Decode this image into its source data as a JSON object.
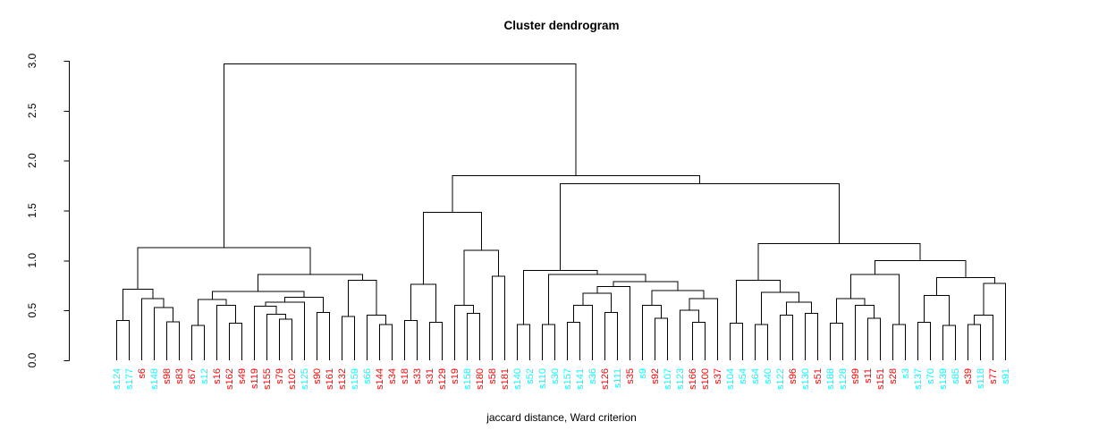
{
  "chart_data": {
    "type": "dendrogram",
    "title": "Cluster dendrogram",
    "xlabel": "jaccard distance, Ward criterion",
    "ylabel": "",
    "ylim": [
      0,
      3
    ],
    "y_ticks": [
      "0.0",
      "0.5",
      "1.0",
      "1.5",
      "2.0",
      "2.5",
      "3.0"
    ],
    "grid": false,
    "line_color": "#000000",
    "leaf_palette": {
      "red": "#FF0000",
      "cyan": "#00FFFF"
    },
    "leaves": [
      [
        "s124",
        "cyan"
      ],
      [
        "s177",
        "cyan"
      ],
      [
        "s6",
        "red"
      ],
      [
        "s148",
        "cyan"
      ],
      [
        "s98",
        "red"
      ],
      [
        "s83",
        "red"
      ],
      [
        "s67",
        "red"
      ],
      [
        "s12",
        "cyan"
      ],
      [
        "s16",
        "red"
      ],
      [
        "s162",
        "red"
      ],
      [
        "s49",
        "red"
      ],
      [
        "s119",
        "red"
      ],
      [
        "s155",
        "red"
      ],
      [
        "s79",
        "red"
      ],
      [
        "s102",
        "red"
      ],
      [
        "s125",
        "cyan"
      ],
      [
        "s90",
        "red"
      ],
      [
        "s161",
        "red"
      ],
      [
        "s132",
        "red"
      ],
      [
        "s159",
        "cyan"
      ],
      [
        "s66",
        "cyan"
      ],
      [
        "s144",
        "red"
      ],
      [
        "s34",
        "red"
      ],
      [
        "s18",
        "red"
      ],
      [
        "s33",
        "red"
      ],
      [
        "s31",
        "red"
      ],
      [
        "s129",
        "red"
      ],
      [
        "s19",
        "red"
      ],
      [
        "s158",
        "cyan"
      ],
      [
        "s180",
        "red"
      ],
      [
        "s58",
        "red"
      ],
      [
        "s181",
        "red"
      ],
      [
        "s140",
        "cyan"
      ],
      [
        "s52",
        "cyan"
      ],
      [
        "s110",
        "cyan"
      ],
      [
        "s30",
        "cyan"
      ],
      [
        "s157",
        "cyan"
      ],
      [
        "s141",
        "cyan"
      ],
      [
        "s36",
        "cyan"
      ],
      [
        "s126",
        "red"
      ],
      [
        "s111",
        "cyan"
      ],
      [
        "s35",
        "red"
      ],
      [
        "s9",
        "cyan"
      ],
      [
        "s92",
        "red"
      ],
      [
        "s107",
        "cyan"
      ],
      [
        "s123",
        "cyan"
      ],
      [
        "s166",
        "red"
      ],
      [
        "s100",
        "red"
      ],
      [
        "s37",
        "red"
      ],
      [
        "s104",
        "cyan"
      ],
      [
        "s54",
        "cyan"
      ],
      [
        "s64",
        "cyan"
      ],
      [
        "s40",
        "cyan"
      ],
      [
        "s122",
        "cyan"
      ],
      [
        "s96",
        "red"
      ],
      [
        "s130",
        "cyan"
      ],
      [
        "s51",
        "red"
      ],
      [
        "s188",
        "cyan"
      ],
      [
        "s128",
        "cyan"
      ],
      [
        "s99",
        "red"
      ],
      [
        "s11",
        "red"
      ],
      [
        "s151",
        "red"
      ],
      [
        "s28",
        "red"
      ],
      [
        "s3",
        "cyan"
      ],
      [
        "s137",
        "cyan"
      ],
      [
        "s70",
        "cyan"
      ],
      [
        "s139",
        "cyan"
      ],
      [
        "s85",
        "cyan"
      ],
      [
        "s39",
        "red"
      ],
      [
        "s118",
        "cyan"
      ],
      [
        "s77",
        "red"
      ],
      [
        "s91",
        "cyan"
      ]
    ],
    "tree": {
      "h": 2.97,
      "c": [
        {
          "h": 1.13,
          "c": [
            {
              "h": 0.71,
              "c": [
                {
                  "h": 0.4,
                  "c": [
                    "s124",
                    "s177"
                  ]
                },
                {
                  "h": 0.62,
                  "c": [
                    "s6",
                    {
                      "h": 0.53,
                      "c": [
                        "s148",
                        {
                          "h": 0.385,
                          "c": [
                            "s98",
                            "s83"
                          ]
                        }
                      ]
                    }
                  ]
                }
              ]
            },
            {
              "h": 0.86,
              "c": [
                {
                  "h": 0.69,
                  "c": [
                    {
                      "h": 0.61,
                      "c": [
                        {
                          "h": 0.35,
                          "c": [
                            "s67",
                            "s12"
                          ]
                        },
                        {
                          "h": 0.55,
                          "c": [
                            "s16",
                            {
                              "h": 0.37,
                              "c": [
                                "s162",
                                "s49"
                              ]
                            }
                          ]
                        }
                      ]
                    },
                    {
                      "h": 0.63,
                      "c": [
                        {
                          "h": 0.58,
                          "c": [
                            {
                              "h": 0.54,
                              "c": [
                                "s119",
                                {
                                  "h": 0.46,
                                  "c": [
                                    "s155",
                                    {
                                      "h": 0.41,
                                      "c": [
                                        "s79",
                                        "s102"
                                      ]
                                    }
                                  ]
                                }
                              ]
                            },
                            "s125"
                          ]
                        },
                        {
                          "h": 0.48,
                          "c": [
                            "s90",
                            "s161"
                          ]
                        }
                      ]
                    }
                  ]
                },
                {
                  "h": 0.8,
                  "c": [
                    {
                      "h": 0.44,
                      "c": [
                        "s132",
                        "s159"
                      ]
                    },
                    {
                      "h": 0.45,
                      "c": [
                        "s66",
                        {
                          "h": 0.36,
                          "c": [
                            "s144",
                            "s34"
                          ]
                        }
                      ]
                    }
                  ]
                }
              ]
            }
          ]
        },
        {
          "h": 1.85,
          "c": [
            {
              "h": 1.48,
              "c": [
                {
                  "h": 0.76,
                  "c": [
                    {
                      "h": 0.4,
                      "c": [
                        "s18",
                        "s33"
                      ]
                    },
                    {
                      "h": 0.38,
                      "c": [
                        "s31",
                        "s129"
                      ]
                    }
                  ]
                },
                {
                  "h": 1.1,
                  "c": [
                    {
                      "h": 0.55,
                      "c": [
                        "s19",
                        {
                          "h": 0.47,
                          "c": [
                            "s158",
                            "s180"
                          ]
                        }
                      ]
                    },
                    {
                      "h": 0.84,
                      "c": [
                        "s58",
                        "s181"
                      ]
                    }
                  ]
                }
              ]
            },
            {
              "h": 1.77,
              "c": [
                {
                  "h": 0.9,
                  "c": [
                    {
                      "h": 0.36,
                      "c": [
                        "s140",
                        "s52"
                      ]
                    },
                    {
                      "h": 0.86,
                      "c": [
                        {
                          "h": 0.36,
                          "c": [
                            "s110",
                            "s30"
                          ]
                        },
                        {
                          "h": 0.79,
                          "c": [
                            {
                              "h": 0.74,
                              "c": [
                                {
                                  "h": 0.67,
                                  "c": [
                                    {
                                      "h": 0.55,
                                      "c": [
                                        {
                                          "h": 0.38,
                                          "c": [
                                            "s157",
                                            "s141"
                                          ]
                                        },
                                        "s36"
                                      ]
                                    },
                                    {
                                      "h": 0.48,
                                      "c": [
                                        "s126",
                                        "s111"
                                      ]
                                    }
                                  ]
                                },
                                "s35"
                              ]
                            },
                            {
                              "h": 0.7,
                              "c": [
                                {
                                  "h": 0.55,
                                  "c": [
                                    "s9",
                                    {
                                      "h": 0.42,
                                      "c": [
                                        "s92",
                                        "s107"
                                      ]
                                    }
                                  ]
                                },
                                {
                                  "h": 0.62,
                                  "c": [
                                    {
                                      "h": 0.5,
                                      "c": [
                                        "s123",
                                        {
                                          "h": 0.38,
                                          "c": [
                                            "s166",
                                            "s100"
                                          ]
                                        }
                                      ]
                                    },
                                    "s37"
                                  ]
                                }
                              ]
                            }
                          ]
                        }
                      ]
                    }
                  ]
                },
                {
                  "h": 1.17,
                  "c": [
                    {
                      "h": 0.8,
                      "c": [
                        {
                          "h": 0.37,
                          "c": [
                            "s104",
                            "s54"
                          ]
                        },
                        {
                          "h": 0.68,
                          "c": [
                            {
                              "h": 0.36,
                              "c": [
                                "s64",
                                "s40"
                              ]
                            },
                            {
                              "h": 0.58,
                              "c": [
                                {
                                  "h": 0.45,
                                  "c": [
                                    "s122",
                                    "s96"
                                  ]
                                },
                                {
                                  "h": 0.47,
                                  "c": [
                                    "s130",
                                    "s51"
                                  ]
                                }
                              ]
                            }
                          ]
                        }
                      ]
                    },
                    {
                      "h": 1.0,
                      "c": [
                        {
                          "h": 0.86,
                          "c": [
                            {
                              "h": 0.62,
                              "c": [
                                {
                                  "h": 0.37,
                                  "c": [
                                    "s188",
                                    "s128"
                                  ]
                                },
                                {
                                  "h": 0.55,
                                  "c": [
                                    "s99",
                                    {
                                      "h": 0.42,
                                      "c": [
                                        "s11",
                                        "s151"
                                      ]
                                    }
                                  ]
                                }
                              ]
                            },
                            {
                              "h": 0.36,
                              "c": [
                                "s28",
                                "s3"
                              ]
                            }
                          ]
                        },
                        {
                          "h": 0.83,
                          "c": [
                            {
                              "h": 0.65,
                              "c": [
                                {
                                  "h": 0.38,
                                  "c": [
                                    "s137",
                                    "s70"
                                  ]
                                },
                                {
                                  "h": 0.35,
                                  "c": [
                                    "s139",
                                    "s85"
                                  ]
                                }
                              ]
                            },
                            {
                              "h": 0.77,
                              "c": [
                                {
                                  "h": 0.45,
                                  "c": [
                                    {
                                      "h": 0.36,
                                      "c": [
                                        "s39",
                                        "s118"
                                      ]
                                    },
                                    "s77"
                                  ]
                                },
                                "s91"
                              ]
                            }
                          ]
                        }
                      ]
                    }
                  ]
                }
              ]
            }
          ]
        }
      ]
    }
  }
}
